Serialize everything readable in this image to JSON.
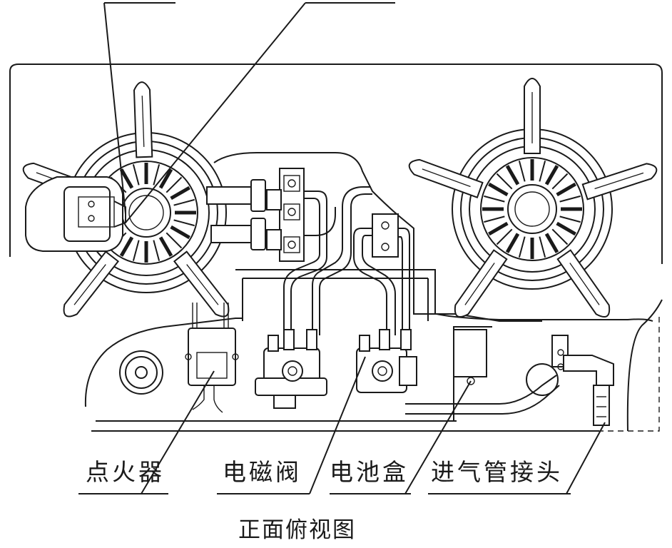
{
  "labels": {
    "igniter": "点火器",
    "solenoid_valve": "电磁阀",
    "battery_box": "电池盒",
    "gas_inlet_connector": "进气管接头"
  },
  "caption": "正面俯视图"
}
